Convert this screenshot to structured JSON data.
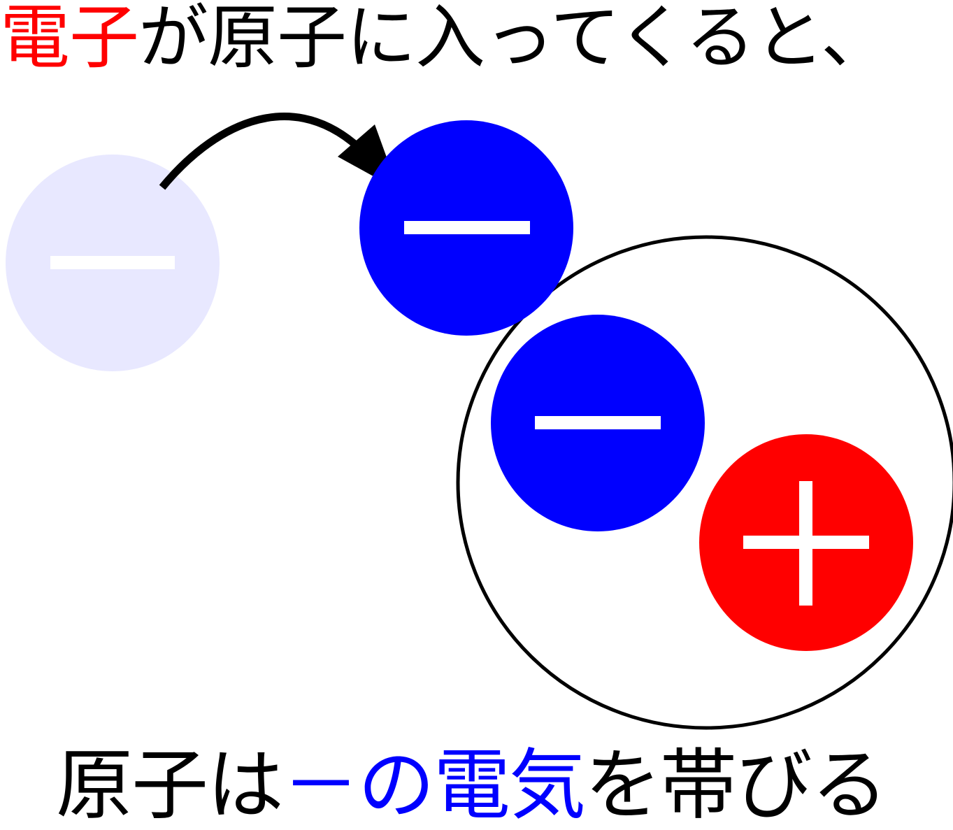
{
  "top_caption": {
    "highlight": "電子",
    "rest": "が原子に入ってくると、"
  },
  "bottom_caption": {
    "lead": "原子は",
    "highlight": "－の電気",
    "trail": "を帯びる"
  },
  "particles": {
    "incoming_electron_faded": {
      "sign": "minus",
      "opacity": 0.1
    },
    "incoming_electron": {
      "sign": "minus"
    },
    "atom_electron": {
      "sign": "minus"
    },
    "atom_proton": {
      "sign": "plus"
    }
  },
  "icons": {
    "transfer_arrow": "curved-arrow-icon",
    "minus_sign": "minus-icon",
    "plus_sign": "plus-icon"
  },
  "colors": {
    "electron": "#0000ff",
    "proton": "#ff0000",
    "top_highlight": "#ff0000",
    "bottom_highlight": "#0000ff",
    "text": "#000000",
    "electron_faded": "#e8e8ff"
  }
}
